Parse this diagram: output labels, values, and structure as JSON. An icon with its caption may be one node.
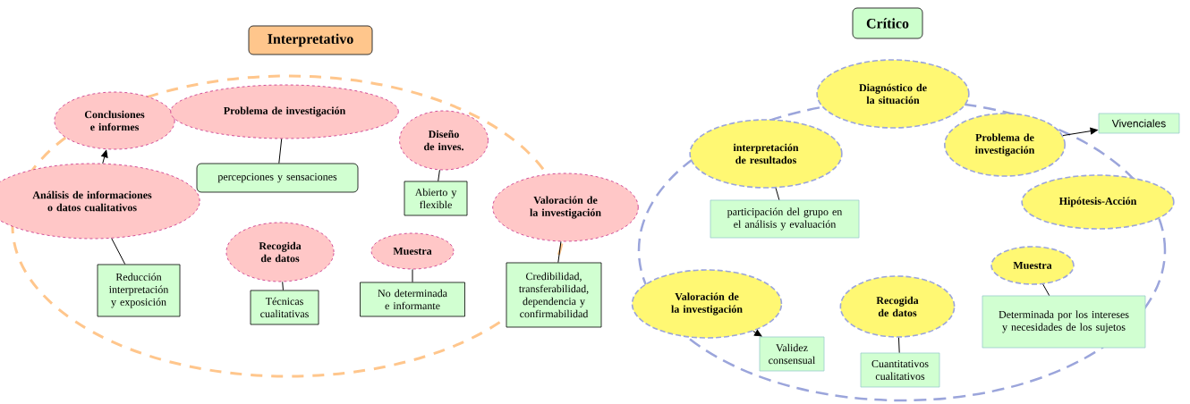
{
  "diagram": {
    "nodes": [
      {
        "text": [
          "Interpretativo"
        ]
      },
      {
        "text": [
          "Conclusiones e informes"
        ]
      },
      {
        "text": [
          "Problema de investigación"
        ]
      },
      {
        "text": [
          "percepciones y sensaciones"
        ]
      },
      {
        "text": [
          "Diseño de inves."
        ]
      },
      {
        "text": [
          "Abierto y flexible"
        ]
      },
      {
        "text": [
          "Análisis de informaciones o datos cualitativos"
        ]
      },
      {
        "text": [
          "Valoración de la investigación"
        ]
      },
      {
        "text": [
          "Reducción interpretación y exposición"
        ]
      },
      {
        "text": [
          "Recogida de datos"
        ]
      },
      {
        "text": [
          "Técnicas cualitativas"
        ]
      },
      {
        "text": [
          "Muestra"
        ]
      },
      {
        "text": [
          "No determinada e informante"
        ]
      },
      {
        "text": [
          "Credibilidad, transferabilidad, dependencia y confirmabilidad"
        ]
      },
      {
        "text": [
          "Crítico"
        ]
      },
      {
        "text": [
          "Diagnóstico de la situación"
        ]
      },
      {
        "text": [
          "interpretación de resultados"
        ]
      },
      {
        "text": [
          "Problema de investigación"
        ]
      },
      {
        "text": [
          "Vivenciales"
        ]
      },
      {
        "text": [
          "participación del grupo en el análisis y evaluación"
        ]
      },
      {
        "text": [
          "Hipótesis-Acción"
        ]
      },
      {
        "text": [
          "Valoración de la investigación"
        ]
      },
      {
        "text": [
          "Muestra"
        ]
      },
      {
        "text": [
          "Recogida de datos"
        ]
      },
      {
        "text": [
          "Determinada por los intereses y necesidades de los sujetos"
        ]
      },
      {
        "text": [
          "Validez consensual"
        ]
      },
      {
        "text": [
          "Cuantitativos cualitativos"
        ]
      }
    ],
    "edges": [
      {
        "from": 6,
        "to": 1,
        "arrow": "to"
      },
      {
        "from": 2,
        "to": 3,
        "arrow": "none"
      },
      {
        "from": 4,
        "to": 5,
        "arrow": "none"
      },
      {
        "from": 6,
        "to": 8,
        "arrow": "none"
      },
      {
        "from": 9,
        "to": 10,
        "arrow": "none"
      },
      {
        "from": 11,
        "to": 12,
        "arrow": "none"
      },
      {
        "from": 7,
        "to": 13,
        "arrow": "none"
      },
      {
        "from": 16,
        "to": 19,
        "arrow": "none"
      },
      {
        "from": 17,
        "to": 18,
        "arrow": "to"
      },
      {
        "from": 22,
        "to": 24,
        "arrow": "none"
      },
      {
        "from": 21,
        "to": 25,
        "arrow": "to"
      },
      {
        "from": 23,
        "to": 26,
        "arrow": "none"
      }
    ]
  }
}
